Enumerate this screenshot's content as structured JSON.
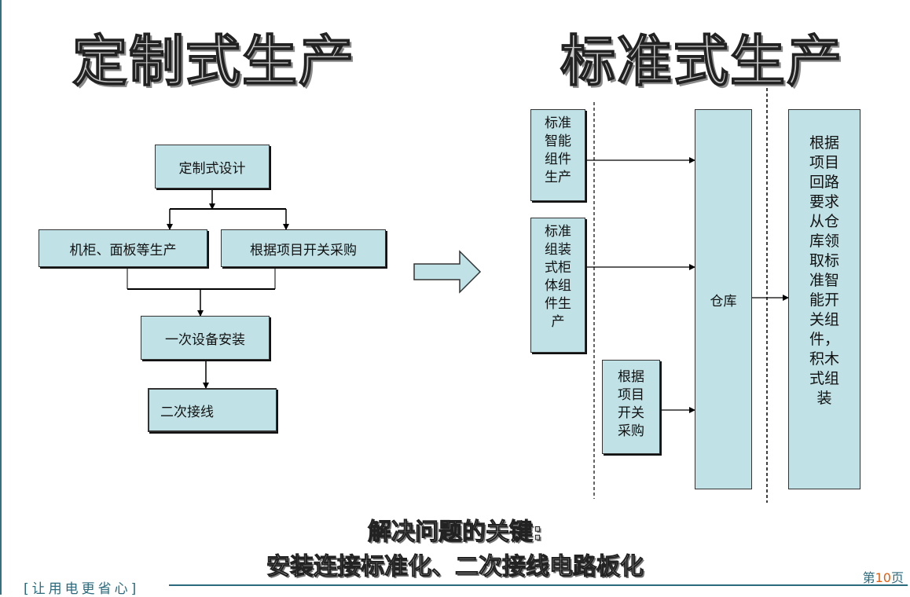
{
  "titles": {
    "left": "定制式生产",
    "right": "标准式生产"
  },
  "custom_flow": {
    "design": "定制式设计",
    "cabinet": "机柜、面板等生产",
    "purchase": "根据项目开关采购",
    "install": "一次设备安装",
    "wiring": "二次接线"
  },
  "standard_flow": {
    "smart_components": "标准智能组件生产",
    "cabinet_components": "标准组装式柜体组件生产",
    "purchase": "根据项目开关采购",
    "warehouse": "仓库",
    "assembly": "根据项目回路要求从仓库领取标准智能开关组件，积木式组装"
  },
  "key": {
    "line1": "解决问题的关键:",
    "line2": "安装连接标准化、二次接线电路板化"
  },
  "footer": {
    "slogan": "[让用电更省心]",
    "page_prefix": "第",
    "page_number": "10",
    "page_suffix": "页"
  }
}
